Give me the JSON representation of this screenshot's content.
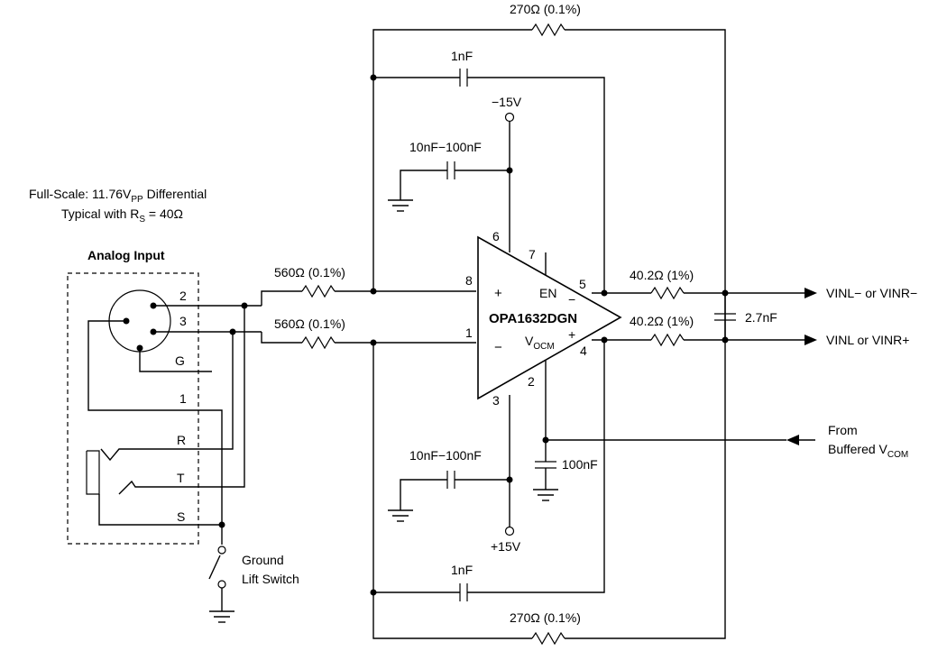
{
  "diagram": {
    "input_note": {
      "line1_prefix": "Full-Scale: 11.76V",
      "line1_sub": "PP",
      "line1_suffix": " Differential",
      "line2_prefix": "Typical with R",
      "line2_sub": "S",
      "line2_suffix": " = 40Ω"
    },
    "input_box": {
      "title": "Analog Input",
      "pin_2": "2",
      "pin_3": "3",
      "pin_g": "G",
      "pin_1": "1",
      "jack_r": "R",
      "jack_t": "T",
      "jack_s": "S"
    },
    "ground_lift": {
      "line1": "Ground",
      "line2": "Lift Switch"
    },
    "input_resistors": {
      "top": "560Ω (0.1%)",
      "bottom": "560Ω (0.1%)"
    },
    "feedback": {
      "top_resistor": "270Ω (0.1%)",
      "bottom_resistor": "270Ω (0.1%)",
      "top_cap": "1nF",
      "bottom_cap": "1nF"
    },
    "supply": {
      "neg": "−15V",
      "pos": "+15V",
      "neg_decoupling": "10nF−100nF",
      "pos_decoupling": "10nF−100nF"
    },
    "amplifier": {
      "name": "OPA1632DGN",
      "plus": "+",
      "minus": "−",
      "en": "EN",
      "vocm_prefix": "V",
      "vocm_sub": "OCM",
      "out_minus": "−",
      "out_plus": "+",
      "pin_1": "1",
      "pin_2": "2",
      "pin_3": "3",
      "pin_4": "4",
      "pin_5": "5",
      "pin_6": "6",
      "pin_7": "7",
      "pin_8": "8"
    },
    "vocm_cap": "100nF",
    "output": {
      "resistor_top": "40.2Ω (1%)",
      "resistor_bottom": "40.2Ω (1%)",
      "filter_cap": "2.7nF",
      "out_top": "VINL− or VINR−",
      "out_bottom": "VINL   or VINR+"
    },
    "vcom_in": {
      "line1": "From",
      "line2_prefix": "Buffered V",
      "line2_sub": "COM"
    }
  }
}
